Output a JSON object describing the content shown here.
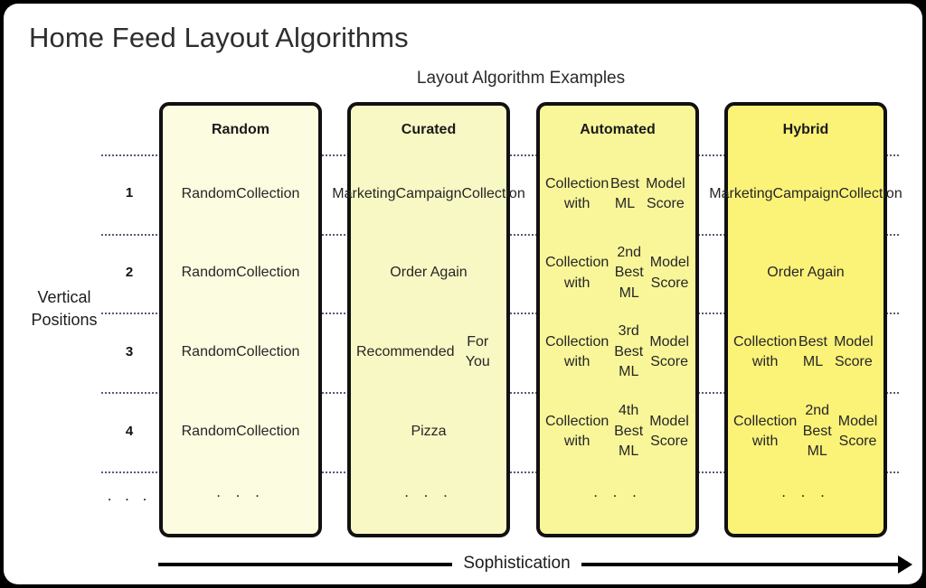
{
  "title": "Home Feed Layout Algorithms",
  "subtitle": "Layout Algorithm Examples",
  "axes": {
    "y_label_line1": "Vertical",
    "y_label_line2": "Positions",
    "x_label": "Sophistication",
    "x_arrow": "right-arrow"
  },
  "chart_data": {
    "type": "table",
    "title": "Layout Algorithm Examples",
    "xlabel": "Sophistication",
    "ylabel": "Vertical Positions",
    "row_labels": [
      "1",
      "2",
      "3",
      "4",
      ". . ."
    ],
    "categories": [
      "Random",
      "Curated",
      "Automated",
      "Hybrid"
    ],
    "colors": [
      "#fcfce0",
      "#f8f8c4",
      "#f9f69a",
      "#fbf278"
    ],
    "series": [
      {
        "name": "Random",
        "values": [
          "Random\nCollection",
          "Random\nCollection",
          "Random\nCollection",
          "Random\nCollection",
          ". . ."
        ]
      },
      {
        "name": "Curated",
        "values": [
          "Marketing\nCampaign\nCollection",
          "Order Again",
          "Recommended\nFor You",
          "Pizza",
          ". . ."
        ]
      },
      {
        "name": "Automated",
        "values": [
          "Collection with\nBest ML\nModel Score",
          "Collection with\n2nd Best ML\nModel Score",
          "Collection with\n3rd Best ML\nModel Score",
          "Collection with\n4th Best ML\nModel Score",
          ". . ."
        ]
      },
      {
        "name": "Hybrid",
        "values": [
          "Marketing\nCampaign\nCollection",
          "Order Again",
          "Collection with\nBest ML\nModel Score",
          "Collection with\n2nd Best ML\nModel Score",
          ". . ."
        ]
      }
    ]
  }
}
